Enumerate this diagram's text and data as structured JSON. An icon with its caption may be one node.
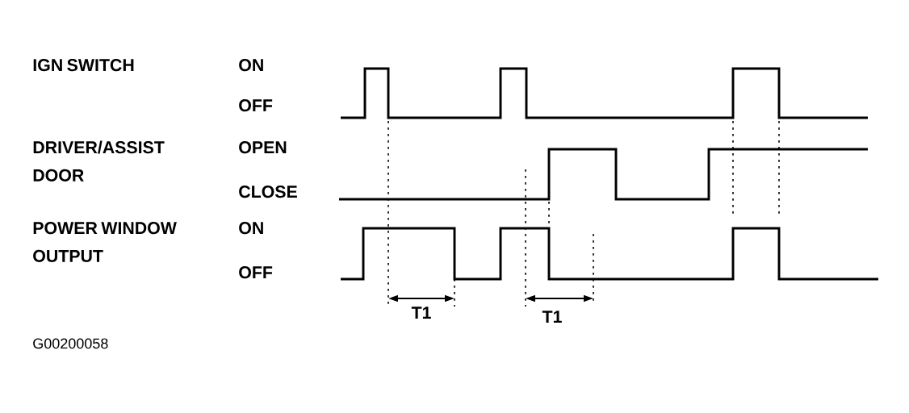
{
  "diagram": {
    "labels": [
      "IGN SWITCH",
      "ON",
      "OFF",
      "DRIVER/ASSIST DOOR",
      "OPEN",
      "CLOSE",
      "POWER WINDOW OUTPUT",
      "ON",
      "OFF",
      "T1",
      "T1",
      "G00200058"
    ]
  }
}
